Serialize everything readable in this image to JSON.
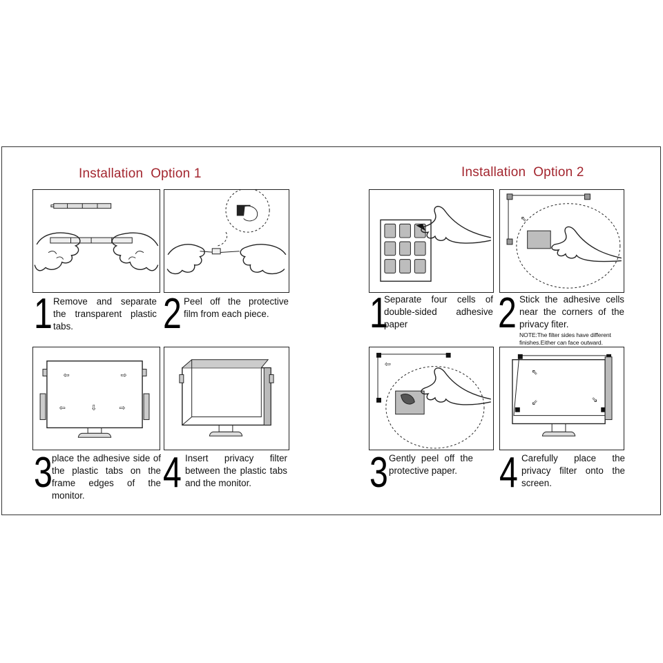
{
  "option1": {
    "title": "Installation  Option 1",
    "steps": [
      {
        "num": "1",
        "text": "Remove and separate the transparent plastic tabs."
      },
      {
        "num": "2",
        "text": "Peel off the protective film from each piece."
      },
      {
        "num": "3",
        "text": "place the adhesive side of the plastic tabs on the frame edges of the monitor."
      },
      {
        "num": "4",
        "text": "Insert privacy filter between the plastic tabs and the monitor."
      }
    ]
  },
  "option2": {
    "title": "Installation  Option 2",
    "steps": [
      {
        "num": "1",
        "text": "Separate four cells of double-sided adhesive paper"
      },
      {
        "num": "2",
        "text": "Stick the adhesive cells near the corners of the privacy fiter."
      },
      {
        "num": "3",
        "text": "Gently peel off the protective paper."
      },
      {
        "num": "4",
        "text": "Carefully place the privacy filter onto the screen."
      }
    ],
    "note": "NOTE:The filter sides have different finishes.Either can face outward."
  },
  "colors": {
    "title": "#a3262f",
    "line": "#222222",
    "gray": "#b8b8b8"
  }
}
